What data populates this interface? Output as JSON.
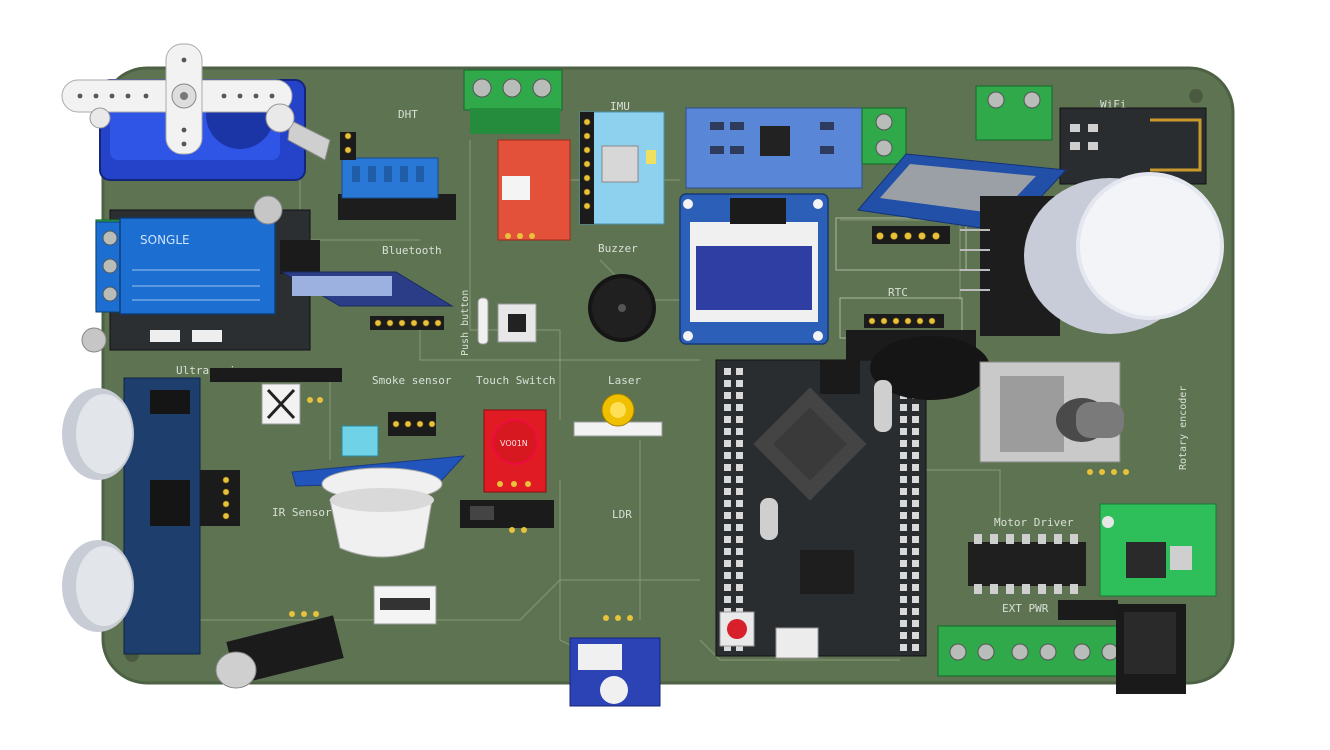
{
  "board": {
    "labels": {
      "dht": "DHT",
      "bluetooth": "Bluetooth",
      "buzzer": "Buzzer",
      "imu": "IMU",
      "rtc": "RTC",
      "wifi": "WiFi",
      "smoke_sensor": "Smoke sensor",
      "touch_switch": "Touch Switch",
      "push_button": "Push button",
      "ldr": "LDR",
      "ldr_top": "Laser",
      "ir_sensor": "IR Sensor",
      "motor_driver": "Motor Driver",
      "ext_power": "EXT PWR",
      "rotary_encoder": "Rotary encoder",
      "ultrasonic": "Ultrasonic",
      "relay_text": "SONGLE",
      "touch_chip": "VO01N"
    }
  },
  "colors": {
    "pcb": "#5e7352",
    "pcb_edge": "#4d6144",
    "oled_screen": "#2f3ea3",
    "relay": "#1c6fd1",
    "servo": "#2443c8",
    "imu_board": "#8ed1ee",
    "rtc_board": "#2250a8",
    "touch_board": "#e01b24"
  },
  "icons": {
    "servo": "servo-motor-icon",
    "relay": "relay-module-icon",
    "oled": "oled-display-icon",
    "mcu": "microcontroller-icon",
    "buzzer": "buzzer-icon",
    "capacitor": "capacitor-icon"
  }
}
